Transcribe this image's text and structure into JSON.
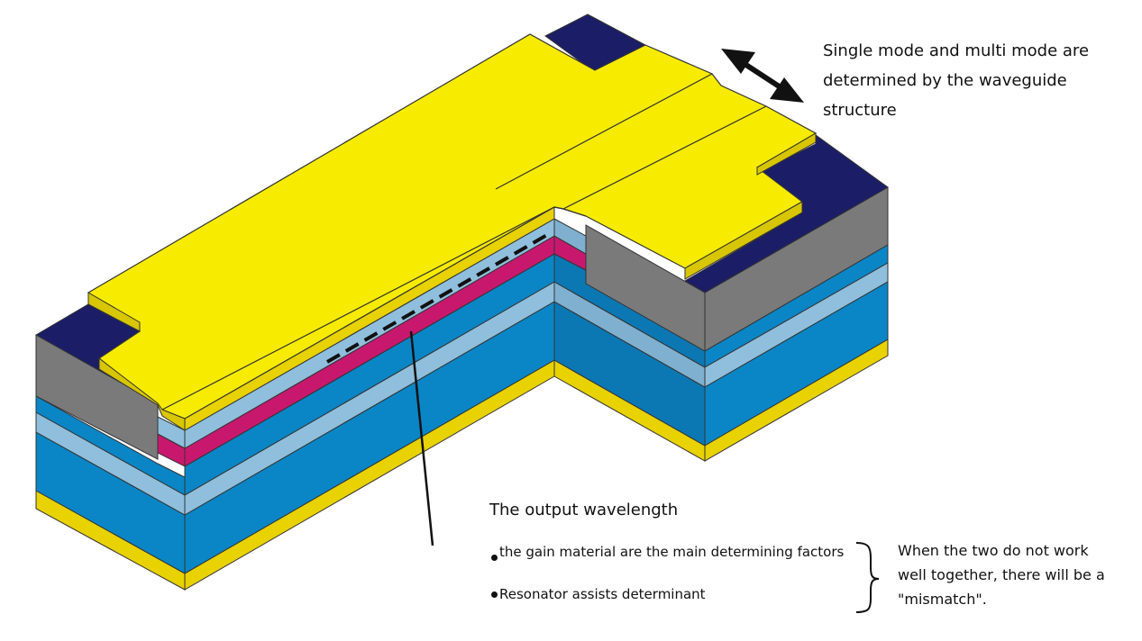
{
  "annotations": {
    "waveguide_note": [
      "Single mode and multi mode are",
      "determined by the waveguide",
      "structure"
    ],
    "output_title": "The output wavelength",
    "bullets": [
      "the gain material are the main determining factors",
      "Resonator assists determinant"
    ],
    "mismatch_note": [
      "When the two do not work",
      "well together, there will be a",
      "\"mismatch\"."
    ]
  },
  "colors": {
    "gold_metal": "#f7ec00",
    "navy": "#1b1e66",
    "gray_cladding": "#7a7a7a",
    "blue_layer": "#0a86c6",
    "light_blue_layer": "#8fbfdc",
    "active_magenta": "#c8186e",
    "substrate_gold": "#e8d200"
  }
}
